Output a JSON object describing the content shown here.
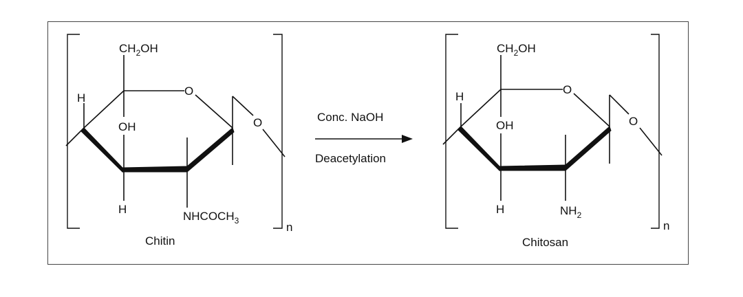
{
  "left_molecule": {
    "name": "Chitin",
    "top_group_main": "CH",
    "top_group_sub": "2",
    "top_group_tail": "OH",
    "ring_oxygen": "O",
    "glycosidic_oxygen": "O",
    "left_h": "H",
    "oh": "OH",
    "bottom_h": "H",
    "substituent_main": "NHCOCH",
    "substituent_sub": "3",
    "repeat": "n"
  },
  "arrow": {
    "top_label": "Conc. NaOH",
    "bottom_label": "Deacetylation"
  },
  "right_molecule": {
    "name": "Chitosan",
    "top_group_main": "CH",
    "top_group_sub": "2",
    "top_group_tail": "OH",
    "ring_oxygen": "O",
    "glycosidic_oxygen": "O",
    "left_h": "H",
    "oh": "OH",
    "bottom_h": "H",
    "substituent_main": "NH",
    "substituent_sub": "2",
    "repeat": "n"
  }
}
